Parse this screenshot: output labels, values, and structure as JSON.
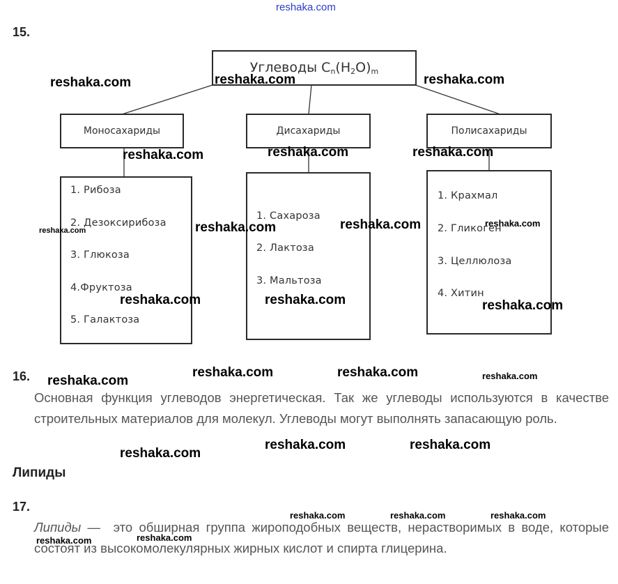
{
  "header": {
    "site": "reshaka.com"
  },
  "q15": {
    "number": "15.",
    "root": {
      "text": "Углеводы C",
      "sub1": "n",
      "mid": "(H",
      "sub2": "2",
      "end": "O)",
      "sub3": "m"
    },
    "categories": [
      {
        "title": "Моносахариды",
        "items": [
          "1. Рибоза",
          "2. Дезоксирибоза",
          "3. Глюкоза",
          "4.Фруктоза",
          "5. Галактоза"
        ]
      },
      {
        "title": "Дисахариды",
        "items": [
          "1. Сахароза",
          "2. Лактоза",
          "3. Мальтоза"
        ]
      },
      {
        "title": "Полисахариды",
        "items": [
          "1. Крахмал",
          "2. Гликоген",
          "3. Целлюлоза",
          "4. Хитин"
        ]
      }
    ]
  },
  "q16": {
    "number": "16.",
    "text": "Основная функция углеводов энергетическая. Так же углеводы используются в качестве строительных материалов для молекул. Углеводы могут выполнять запасающую роль."
  },
  "section": {
    "title": "Липиды"
  },
  "q17": {
    "number": "17.",
    "term": "Липиды",
    "dash": " —  ",
    "text": "это обширная группа жироподобных веществ, нерастворимых в воде, которые состоят из высокомолекулярных жирных кислот и спирта глицерина."
  },
  "watermarks": [
    "reshaka.com"
  ]
}
